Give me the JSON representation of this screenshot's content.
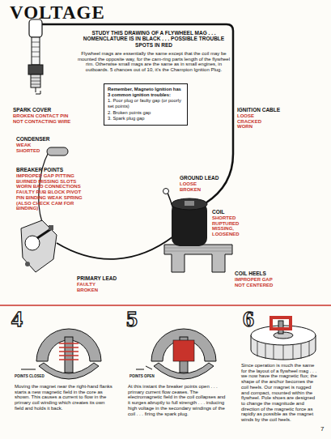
{
  "diagram": {
    "title": "VOLTAGE",
    "nodes": [
      {
        "text": [
          "Remember, Magneto Ignition has 3 common ignition troubles:",
          "1. Poor plug or faulty gap (or poorly set points)",
          "2. Broken points gap",
          "3. Spark plug gap"
        ]
      }
    ],
    "labels": [
      "STUDY THIS DRAWING OF A FLYWHEEL MAG . . . NOMENCLATURE IS IN BLACK . . . POSSIBLE TROUBLE SPOTS IN RED",
      "Flywheel mags are essentially the same except that the coil may be mounted the opposite way, for the cam-ring parts length of the flywheel rim. Otherwise small mags are the same as in small engines, in outboards. 5 chances out of 10, it's the Champion Ignition Plug.",
      "SPARK COVER",
      "BROKEN CONTACT PIN NOT CONTACTING WIRE",
      "IGNITION CABLE",
      "LOOSE CRACKED WORN",
      "CONDENSER",
      "WEAK SHORTED",
      "BREAKER POINTS",
      "IMPROPER GAP PITTING BURNED MISSING SLOTS WORN BAD CONNECTIONS FAULTY RUB BLOCK PIVOT PIN BINDING WEAK SPRING (ALSO CHECK CAM FOR BINDING)",
      "GROUND LEAD",
      "LOOSE BROKEN",
      "COIL",
      "SHORTED RUPTURED MISSING, LOOSENED",
      "PRIMARY LEAD",
      "FAULTY BROKEN",
      "COIL HEELS",
      "IMPROPER GAP NOT CENTERED",
      "4",
      "5",
      "6",
      "POINTS CLOSED",
      "POINTS OPEN",
      "Moving the magnet near the right-hand flanks starts a new magnetic field in the core as shown. This causes a current to flow in the primary coil winding which creates its own field and holds it back.",
      "At this instant the breaker points open . . . primary current flow ceases. The electromagnetic field in the coil collapses and it surges abruptly to full strength . . . inducing high voltage in the secondary windings of the coil . . . firing the spark plug.",
      "Since operation is much the same for the layout of a flywheel mag . . . we now have the magnetic flux; the shape of the anchor becomes the coil heels. Our magnet is rugged and compact, mounted within the flywheel. Pole shoes are designed to change the magnitude and direction of the magnetic force as rapidly as possible as the magnet winds by the coil heels.",
      "7"
    ]
  }
}
